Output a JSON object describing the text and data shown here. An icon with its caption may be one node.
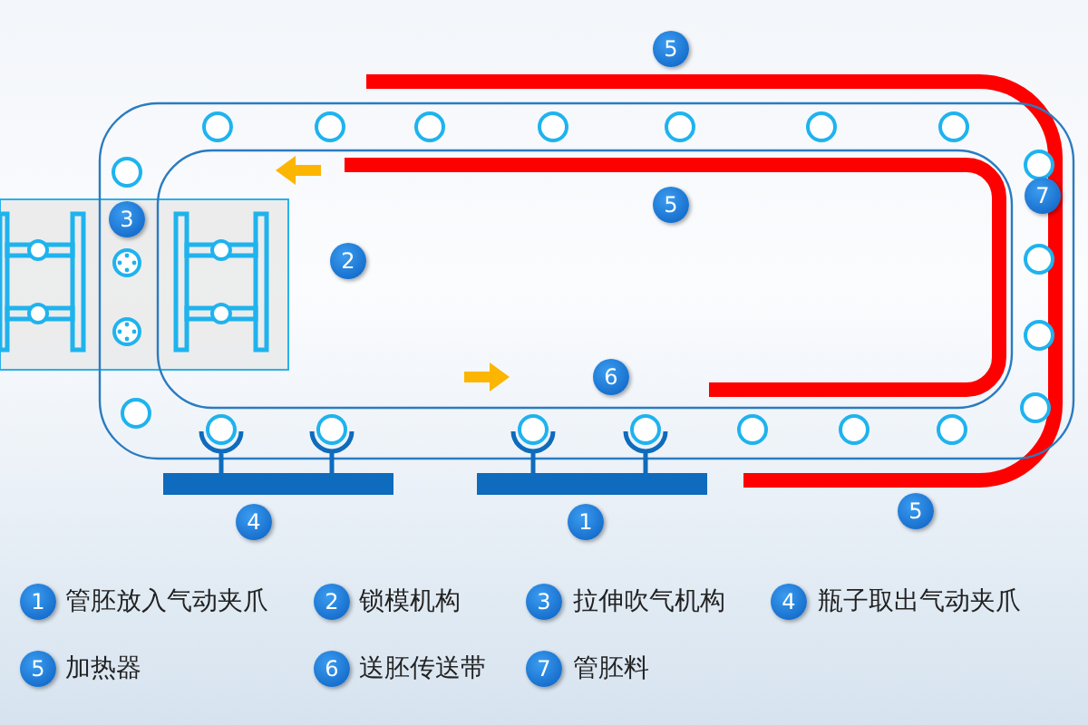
{
  "diagram": {
    "labels": [
      "5",
      "7",
      "5",
      "3",
      "2",
      "6",
      "5",
      "4",
      "1",
      "1",
      "管胚放入气动夹爪",
      "2",
      "锁模机构",
      "3",
      "拉伸吹气机构",
      "4",
      "瓶子取出气动夹爪",
      "5",
      "加热器",
      "6",
      "送胚传送带",
      "7",
      "管胚料"
    ]
  }
}
